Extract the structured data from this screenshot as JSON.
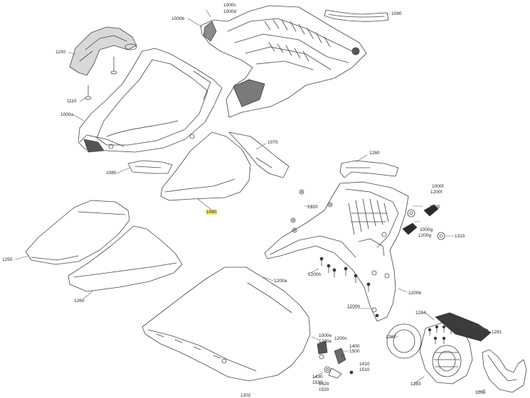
{
  "colors": {
    "line": "#444444",
    "shade": "#6a6a6a",
    "dark": "#2b2b2b",
    "highlight": "#f6e46a"
  },
  "labels": {
    "l1090": "1090",
    "l1000c": "1000c",
    "l1000d": "1000d",
    "l1000b": "1000b",
    "l1100": "1100",
    "l1110": "1110",
    "l1000a": "1000a",
    "l1070": "1070",
    "l1080": "1080",
    "l1060": "1060",
    "l1280": "1280",
    "l1000f": "1000f",
    "l1200f": "1200f",
    "l1320": "1320",
    "l1300": "1300",
    "l1000g": "1000g",
    "l1200g": "1200g",
    "l1310": "1310",
    "l1250": "1250",
    "l1200h_top": "1200h",
    "l1200a": "1200a",
    "l1260": "1260",
    "l1200b": "1200b",
    "l1200h_bot": "1200h",
    "l1284": "1284",
    "l1281": "1281",
    "l1287": "1287",
    "l1000e": "1000e",
    "l1200e": "1200e",
    "l1200c": "1200c",
    "l1400": "1400",
    "l1500": "1500",
    "l1410": "1410",
    "l1510": "1510",
    "l1430": "1430",
    "l1530": "1530",
    "l1420": "1420",
    "l1520": "1520",
    "l1283": "1283",
    "l1286": "1286",
    "l1202": "1202"
  }
}
